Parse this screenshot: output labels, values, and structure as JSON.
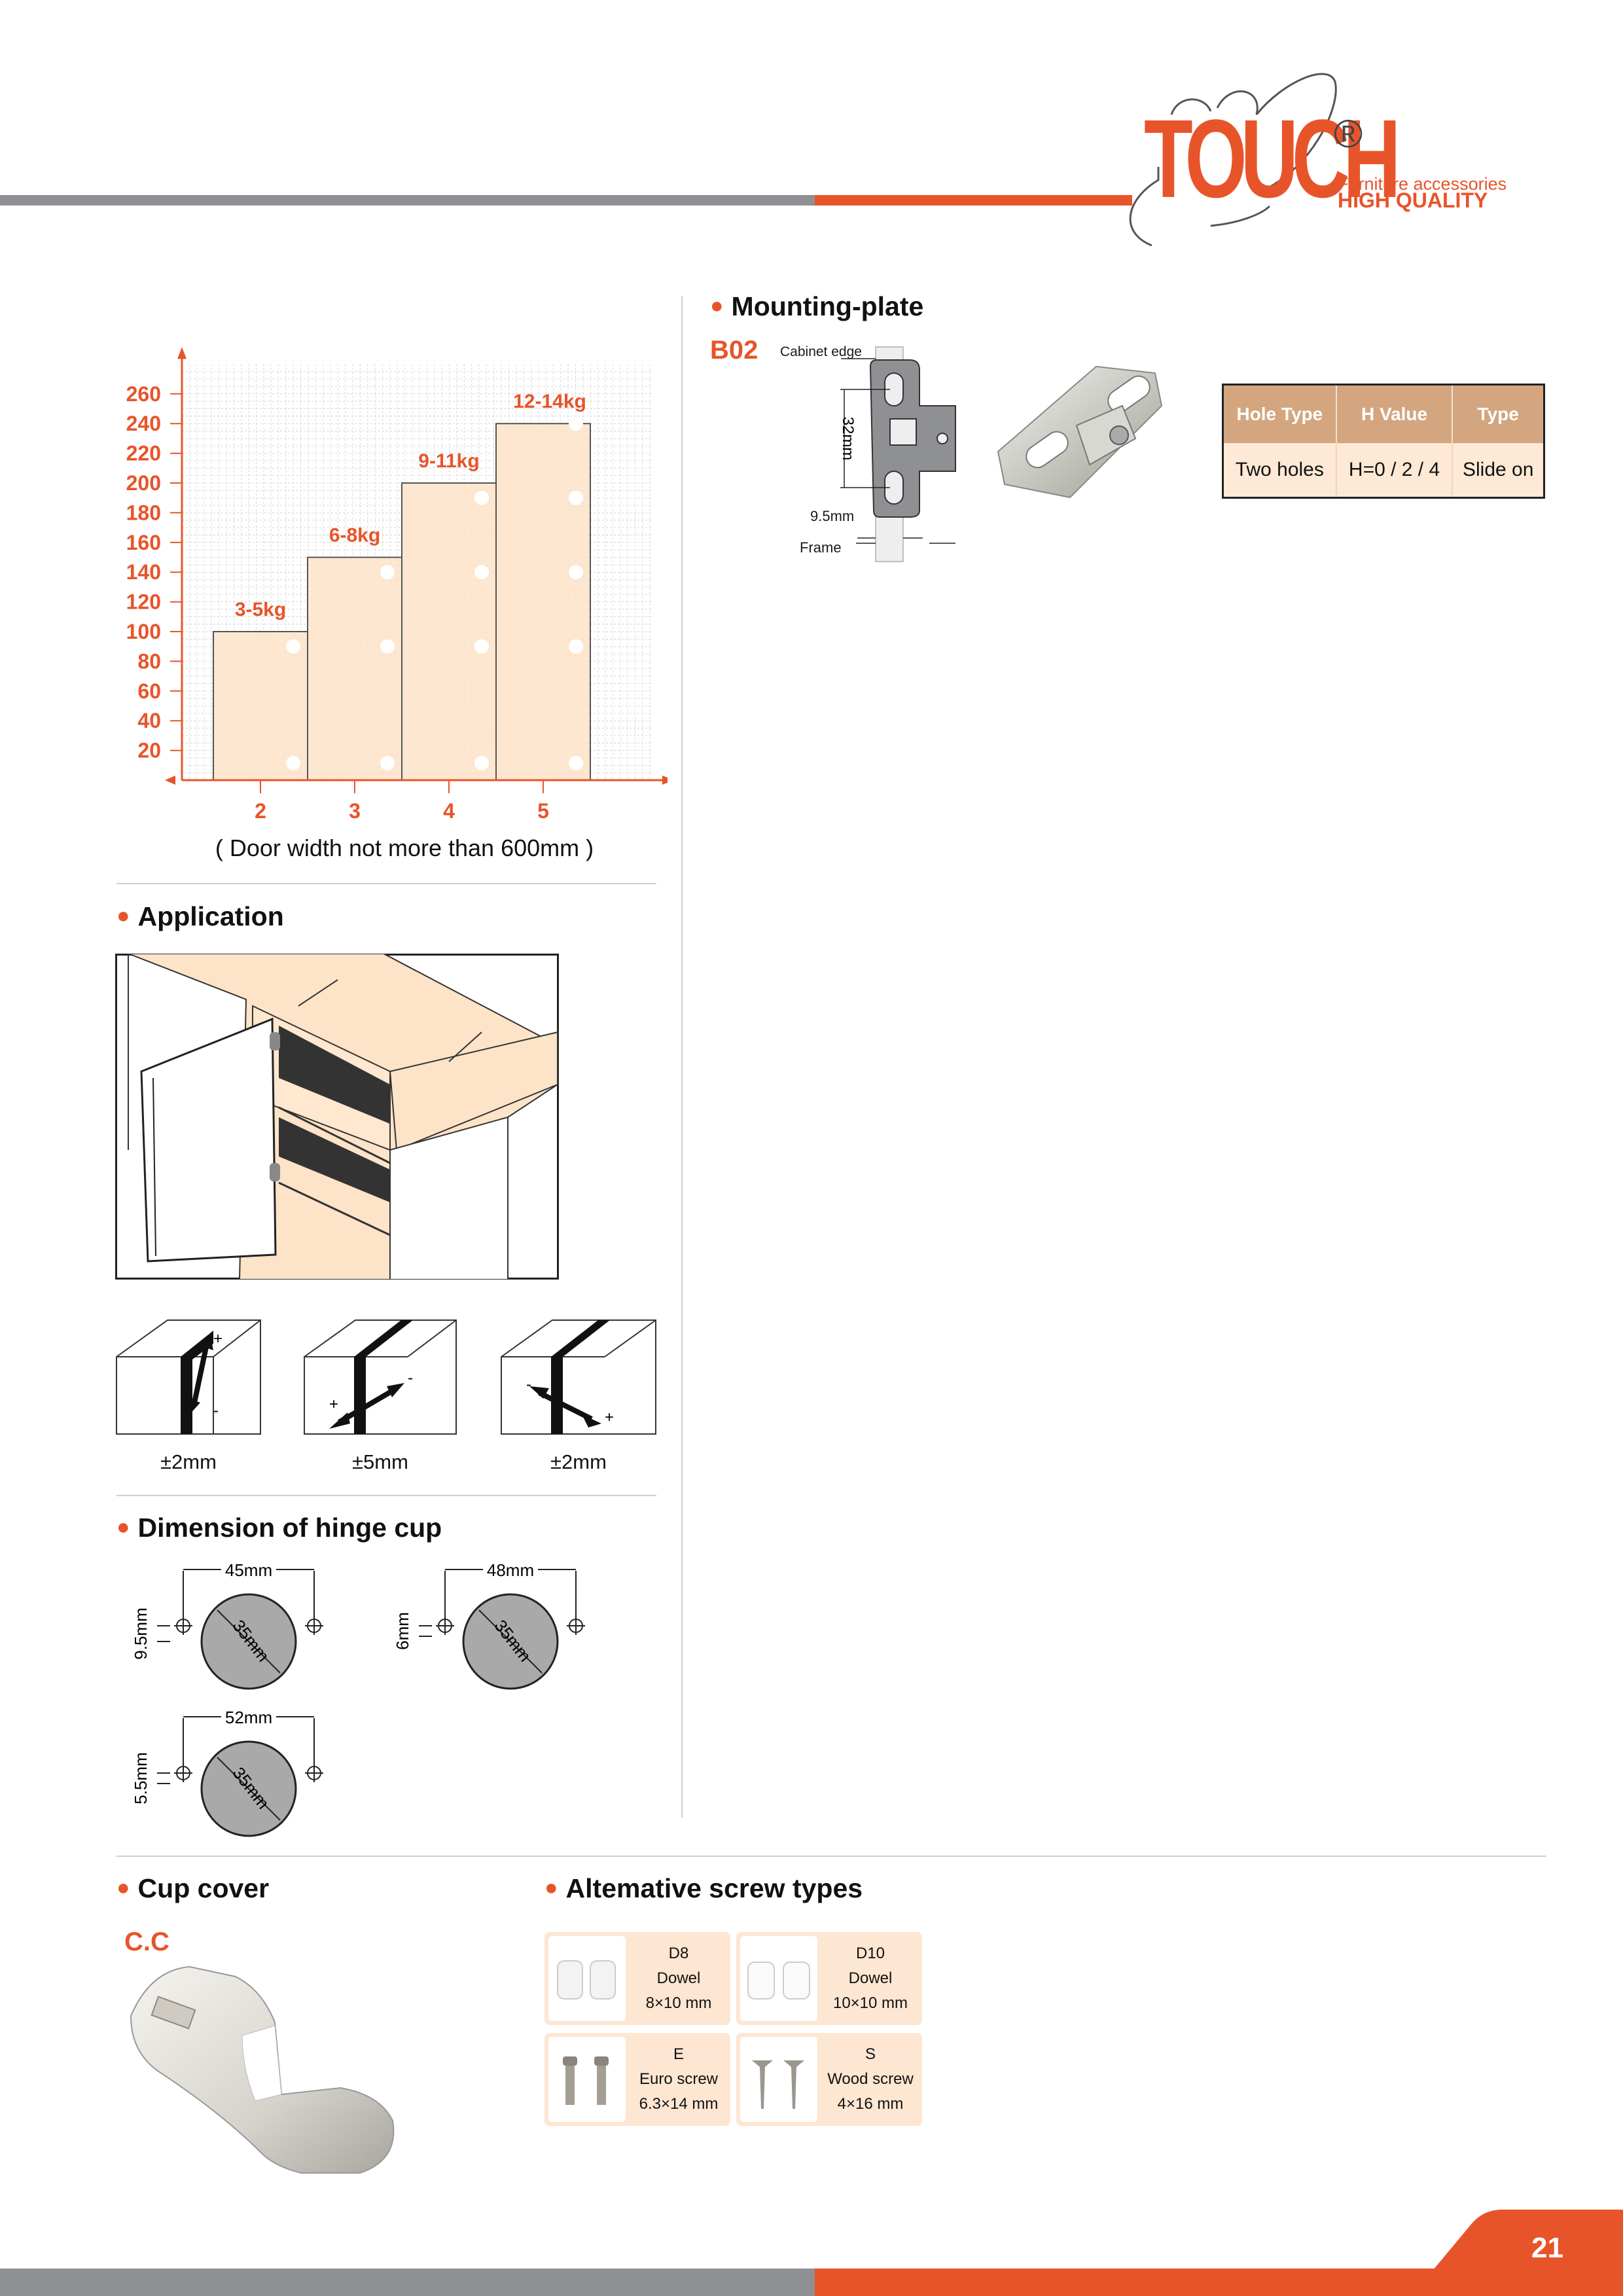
{
  "brand": {
    "name": "TOUCH",
    "registered": "®",
    "tagline1": "Furniture accessories",
    "tagline2": "HIGH QUALITY"
  },
  "colors": {
    "accent": "#e8542a",
    "grey": "#8f9093",
    "bar_fill": "#fde3c8",
    "table_head": "#d3a67f",
    "table_body": "#fde9d5"
  },
  "chart_data": {
    "type": "bar",
    "categories": [
      "2",
      "3",
      "4",
      "5"
    ],
    "values": [
      100,
      150,
      200,
      240
    ],
    "data_labels": [
      "3-5kg",
      "6-8kg",
      "9-11kg",
      "12-14kg"
    ],
    "y_ticks": [
      "20",
      "40",
      "60",
      "80",
      "100",
      "120",
      "140",
      "160",
      "180",
      "200",
      "220",
      "240",
      "260"
    ],
    "ylim": [
      0,
      280
    ],
    "xlabel": "( Door width not more than 600mm )",
    "grid": true
  },
  "sections": {
    "mounting_plate": "Mounting-plate",
    "application": "Application",
    "hinge_cup": "Dimension of hinge cup",
    "cup_cover": "Cup cover",
    "screws": "Altemative screw types"
  },
  "mounting": {
    "code": "B02",
    "labels": {
      "cabinet_edge": "Cabinet edge",
      "dim32": "32mm",
      "dim95": "9.5mm",
      "frame": "Frame"
    },
    "table": {
      "headers": [
        "Hole Type",
        "H Value",
        "Type"
      ],
      "row": [
        "Two holes",
        "H=0 / 2 / 4",
        "Slide on"
      ]
    }
  },
  "adjustments": [
    "±2mm",
    "±5mm",
    "±2mm"
  ],
  "adj_signs": {
    "plus": "+",
    "minus": "-"
  },
  "cups": [
    {
      "width": "45mm",
      "offset": "9.5mm",
      "dia": "35mm"
    },
    {
      "width": "48mm",
      "offset": "6mm",
      "dia": "35mm"
    },
    {
      "width": "52mm",
      "offset": "5.5mm",
      "dia": "35mm"
    }
  ],
  "cover": {
    "code": "C.C"
  },
  "screws": [
    {
      "code": "D8",
      "name": "Dowel",
      "size": "8×10 mm"
    },
    {
      "code": "D10",
      "name": "Dowel",
      "size": "10×10 mm"
    },
    {
      "code": "E",
      "name": "Euro screw",
      "size": "6.3×14 mm"
    },
    {
      "code": "S",
      "name": "Wood screw",
      "size": "4×16 mm"
    }
  ],
  "page": "21"
}
